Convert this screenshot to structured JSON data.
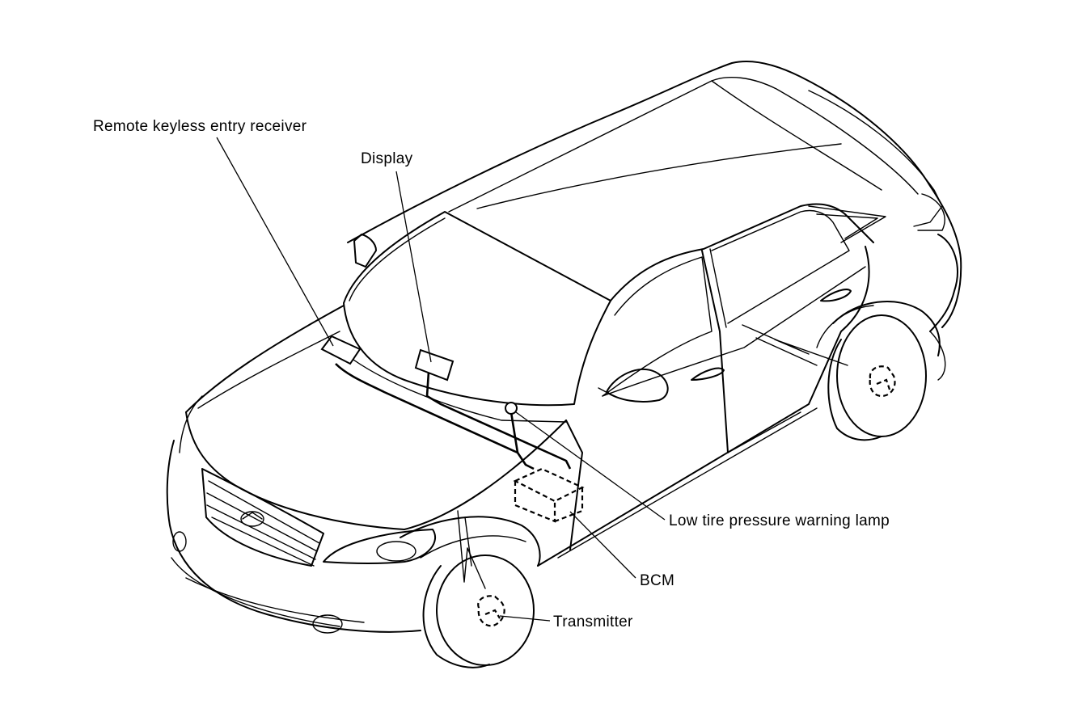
{
  "labels": {
    "remote_keyless_entry_receiver": "Remote keyless entry receiver",
    "display": "Display",
    "low_tire_pressure_warning_lamp": "Low tire pressure warning lamp",
    "bcm": "BCM",
    "transmitter": "Transmitter"
  },
  "colors": {
    "line": "#000000",
    "background": "#ffffff"
  }
}
